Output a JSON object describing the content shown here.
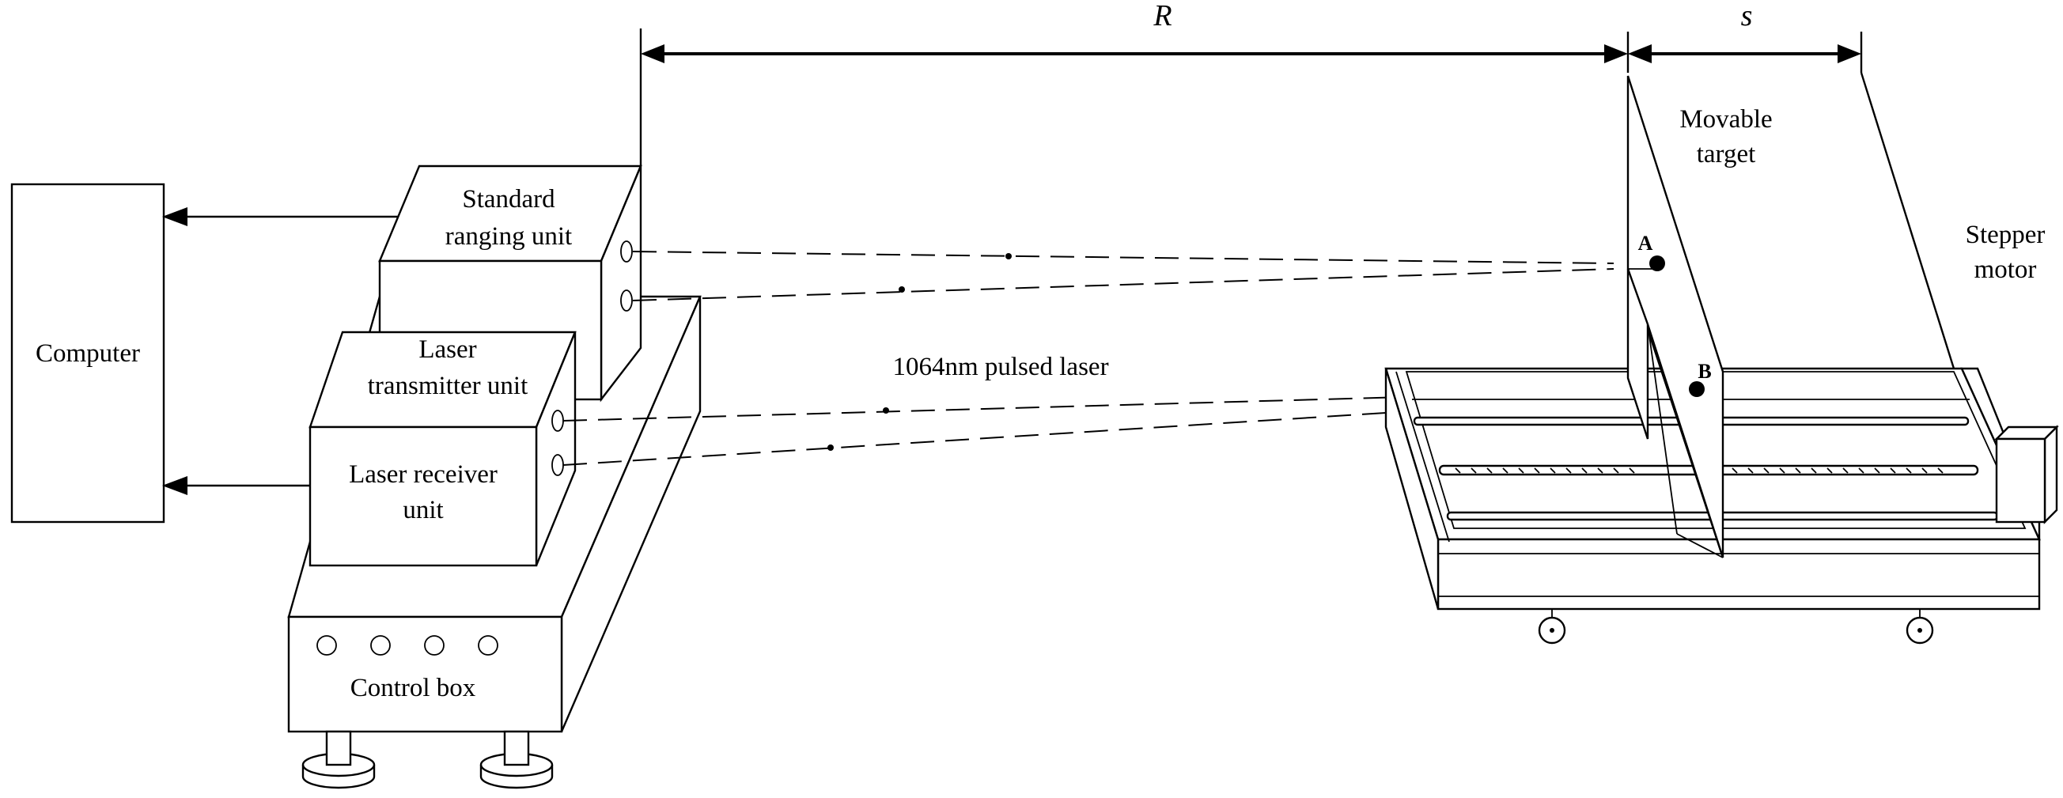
{
  "labels": {
    "computer": "Computer",
    "standard_ranging_unit": [
      "Standard",
      "ranging unit"
    ],
    "laser_transmitter_unit": [
      "Laser",
      "transmitter unit"
    ],
    "laser_receiver_unit": [
      "Laser receiver",
      "unit"
    ],
    "control_box": "Control box",
    "pulsed_laser": "1064nm pulsed laser",
    "movable_target": [
      "Movable",
      "target"
    ],
    "stepper_motor": [
      "Stepper",
      "motor"
    ],
    "distance_R": "R",
    "distance_s": "s",
    "point_A": "A",
    "point_B": "B"
  }
}
